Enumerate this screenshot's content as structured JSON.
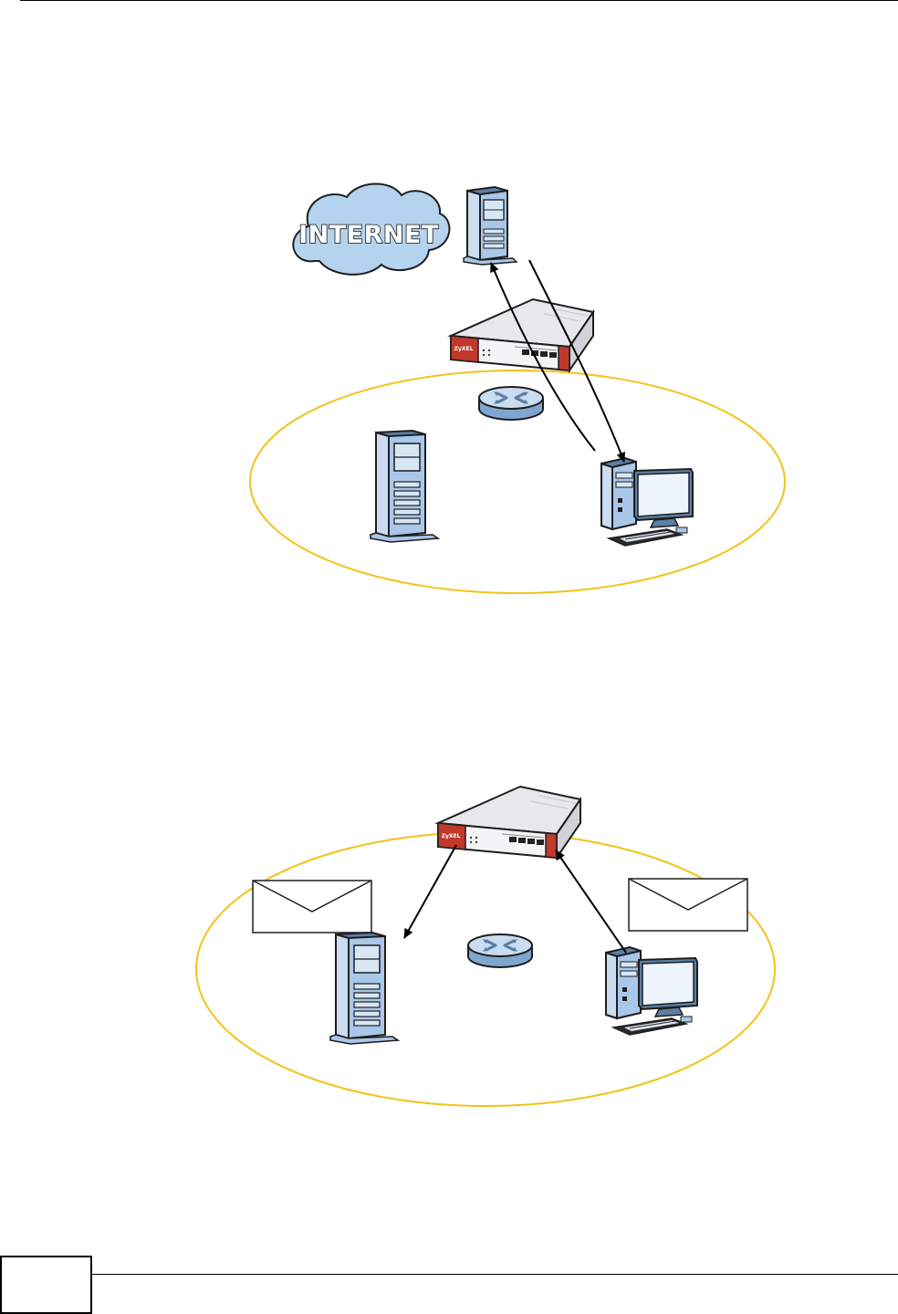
{
  "diagram1": {
    "cloud_label": "INTERNET",
    "brand_label": "ZyXEL"
  },
  "diagram2": {
    "brand_label": "ZyXEL"
  },
  "colors": {
    "zone_outline": "#f2c318",
    "device_blue": "#a9c7e8",
    "cloud_fill": "#b5d3ee",
    "firewall_red": "#c0392b",
    "arrow": "#000000"
  }
}
